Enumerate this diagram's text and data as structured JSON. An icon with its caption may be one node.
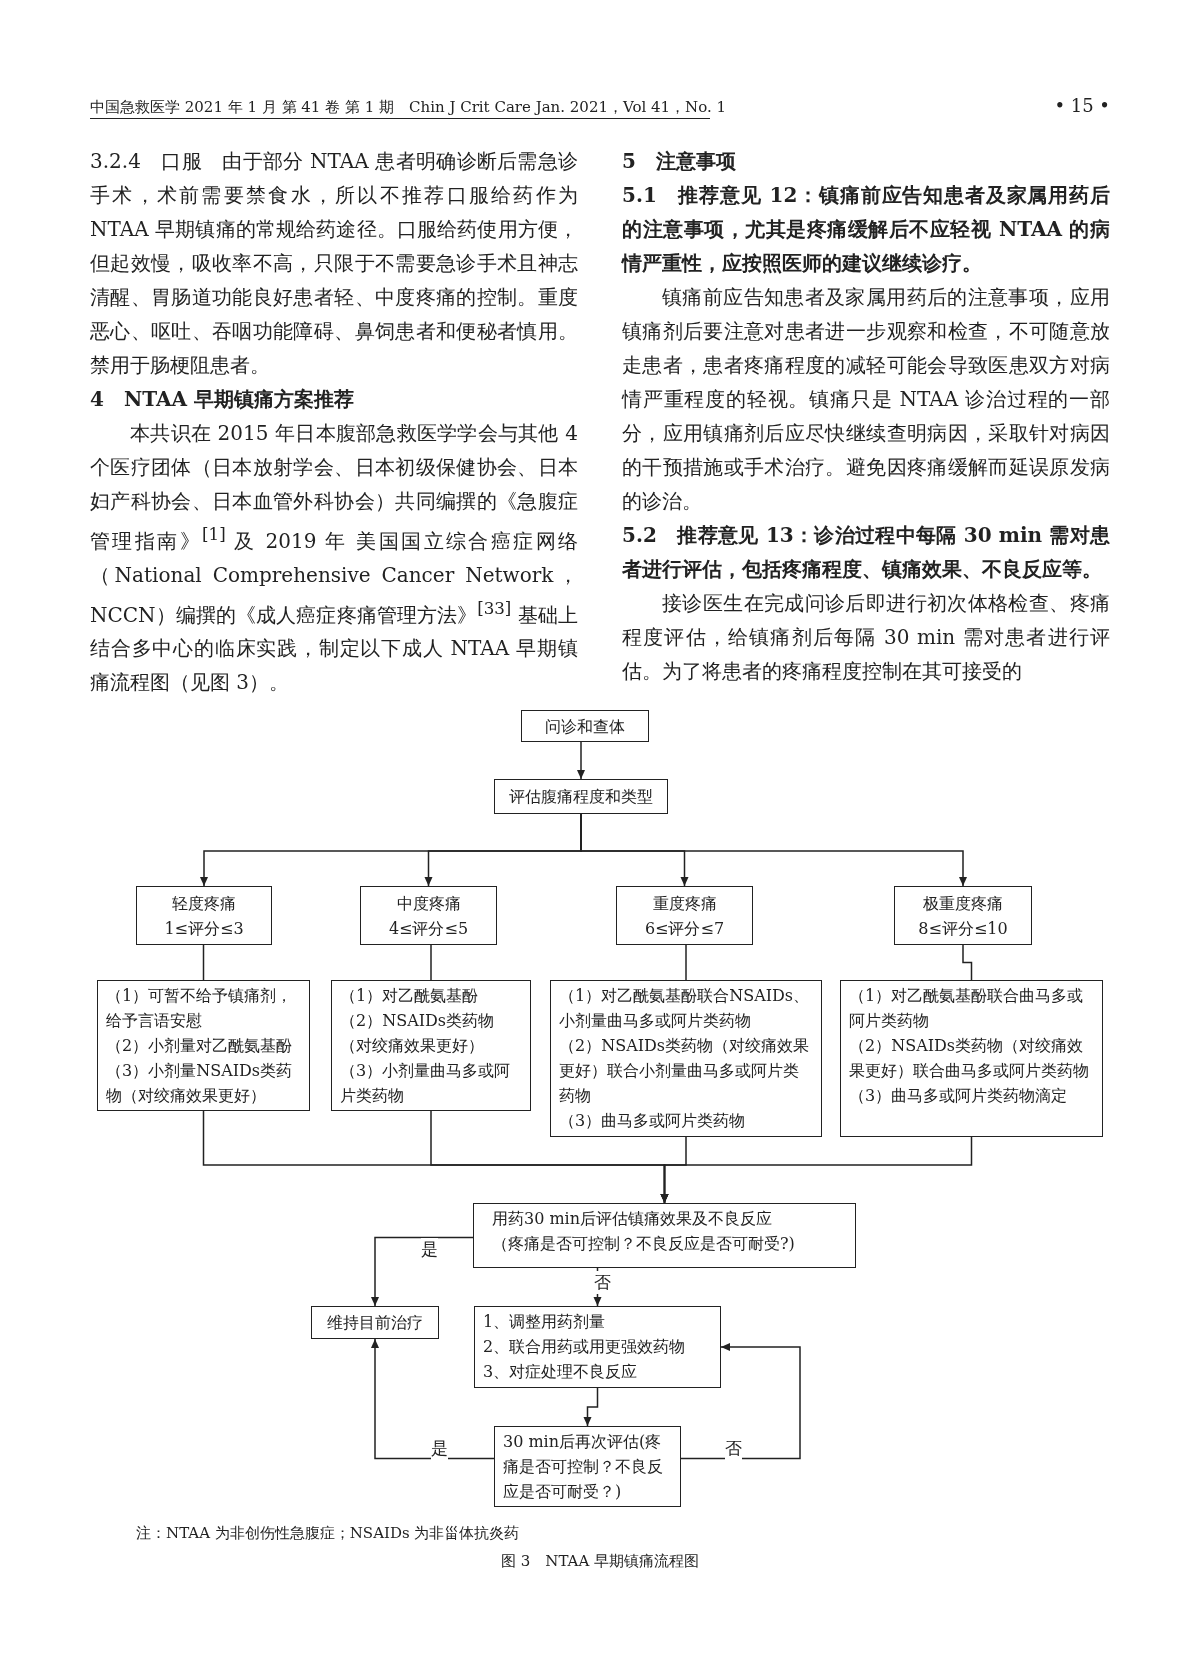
{
  "diagram": {
    "caption": "图 3　NTAA 早期镇痛流程图",
    "nodes": [
      {
        "text": [
          "问诊和查体"
        ]
      },
      {
        "text": [
          "评估腹痛程度和类型"
        ]
      },
      {
        "text": [
          "轻度疼痛",
          "1≤评分≤3"
        ]
      },
      {
        "text": [
          "中度疼痛",
          "4≤评分≤5"
        ]
      },
      {
        "text": [
          "重度疼痛",
          "6≤评分≤7"
        ]
      },
      {
        "text": [
          "极重度疼痛",
          "8≤评分≤10"
        ]
      },
      {
        "text": [
          "（1）可暂不给予镇痛剂，给予言语安慰",
          "（2）小剂量对乙酰氨基酚",
          "（3）小剂量NSAIDs类药物（对绞痛效果更好）"
        ]
      },
      {
        "text": [
          "（1）对乙酰氨基酚",
          "（2）NSAIDs类药物（对绞痛效果更好）",
          "（3）小剂量曲马多或阿片类药物"
        ]
      },
      {
        "text": [
          "（1）对乙酰氨基酚联合NSAIDs、小剂量曲马多或阿片类药物",
          "（2）NSAIDs类药物（对绞痛效果更好）联合小剂量曲马多或阿片类药物",
          "（3）曲马多或阿片类药物"
        ]
      },
      {
        "text": [
          "（1）对乙酰氨基酚联合曲马多或阿片类药物",
          "（2）NSAIDs类药物（对绞痛效果更好）联合曲马多或阿片类药物",
          "（3）曲马多或阿片类药物滴定"
        ]
      },
      {
        "text": [
          "用药30 min后评估镇痛效果及不良反应",
          "（疼痛是否可控制？不良反应是否可耐受?)"
        ]
      },
      {
        "text": [
          "维持目前治疗"
        ]
      },
      {
        "text": [
          "1、调整用药剂量",
          "2、联合用药或用更强效药物",
          "3、对症处理不良反应"
        ]
      },
      {
        "text": [
          "30 min后再次评估(疼痛是否可控制？不良反应是否可耐受？)"
        ]
      }
    ],
    "edges": [
      {
        "from": 0,
        "to": 1,
        "arrow": "to"
      },
      {
        "from": 1,
        "to": 2,
        "arrow": "to"
      },
      {
        "from": 1,
        "to": 3,
        "arrow": "to"
      },
      {
        "from": 1,
        "to": 4,
        "arrow": "to"
      },
      {
        "from": 1,
        "to": 5,
        "arrow": "to"
      },
      {
        "from": 2,
        "to": 6,
        "arrow": "none"
      },
      {
        "from": 3,
        "to": 7,
        "arrow": "none"
      },
      {
        "from": 4,
        "to": 8,
        "arrow": "none"
      },
      {
        "from": 5,
        "to": 9,
        "arrow": "none"
      },
      {
        "from": 6,
        "to": 10,
        "arrow": "to"
      },
      {
        "from": 7,
        "to": 10,
        "arrow": "to"
      },
      {
        "from": 8,
        "to": 10,
        "arrow": "to"
      },
      {
        "from": 9,
        "to": 10,
        "arrow": "to"
      },
      {
        "from": 10,
        "to": 11,
        "arrow": "to",
        "label": "是"
      },
      {
        "from": 10,
        "to": 12,
        "arrow": "to",
        "label": "否"
      },
      {
        "from": 12,
        "to": 13,
        "arrow": "to"
      },
      {
        "from": 13,
        "to": 11,
        "arrow": "to",
        "label": "是"
      },
      {
        "from": 13,
        "to": 12,
        "arrow": "to",
        "label": "否"
      }
    ],
    "labels": [
      "中国急救医学 2021 年 1 月 第 41 卷 第 1 期　Chin J Crit Care Jan. 2021，Vol 41，No. 1",
      "• 15 •",
      "3.2.4　口服　由于部分 NTAA 患者明确诊断后需急诊手术，术前需要禁食水，所以不推荐口服给药作为 NTAA 早期镇痛的常规给药途径。口服给药使用方便，但起效慢，吸收率不高，只限于不需要急诊手术且神志清醒、胃肠道功能良好患者轻、中度疼痛的控制。重度恶心、呕吐、吞咽功能障碍、鼻饲患者和便秘者慎用。禁用于肠梗阻患者。",
      "4　NTAA 早期镇痛方案推荐",
      "本共识在 2015 年日本腹部急救医学学会与其他 4 个医疗团体（日本放射学会、日本初级保健协会、日本妇产科协会、日本血管外科协会）共同编撰的《急腹症管理指南》$^{[1]}$ 及 2019 年 美国国立综合癌症网络（National Comprehensive Cancer Network，NCCN）编撰的《成人癌症疼痛管理方法》$^{[33]}$ 基础上结合多中心的临床实践，制定以下成人 NTAA 早期镇痛流程图（见图 3）。",
      "5　注意事项",
      "5.1　推荐意见 12：镇痛前应告知患者及家属用药后的注意事项，尤其是疼痛缓解后不应轻视 NTAA 的病情严重性，应按照医师的建议继续诊疗。",
      "镇痛前应告知患者及家属用药后的注意事项，应用镇痛剂后要注意对患者进一步观察和检查，不可随意放走患者，患者疼痛程度的减轻可能会导致医患双方对病情严重程度的轻视。镇痛只是 NTAA 诊治过程的一部分，应用镇痛剂后应尽快继续查明病因，采取针对病因的干预措施或手术治疗。避免因疼痛缓解而延误原发病的诊治。",
      "5.2　推荐意见 13：诊治过程中每隔 30 min 需对患者进行评估，包括疼痛程度、镇痛效果、不良反应等。",
      "接诊医生在完成问诊后即进行初次体格检查、疼痛程度评估，给镇痛剂后每隔 30 min 需对患者进行评估。为了将患者的疼痛程度控制在其可接受的",
      "注：NTAA 为非创伤性急腹症；NSAIDs 为非甾体抗炎药"
    ]
  }
}
